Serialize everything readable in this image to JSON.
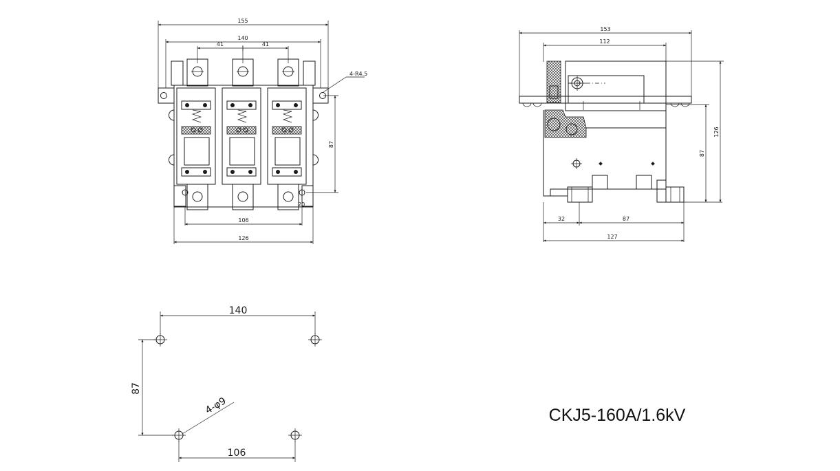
{
  "front_view": {
    "dims": {
      "overall_width": "155",
      "mount_width": "140",
      "pitch_left": "41",
      "pitch_right": "41",
      "hole_note": "4-R4.5",
      "mount_height": "87",
      "bottom_pitch": "106",
      "body_width": "126",
      "tab": "20"
    }
  },
  "side_view": {
    "dims": {
      "top_width": "153",
      "coil_width": "112",
      "overall_height": "126",
      "mount_height": "87",
      "offset": "32",
      "mount_pitch": "87",
      "base_width": "127"
    }
  },
  "hole_pattern": {
    "dims": {
      "top_pitch": "140",
      "height": "87",
      "hole_note": "4-φ9",
      "bottom_pitch": "106"
    }
  },
  "model_label": "CKJ5-160A/1.6kV"
}
